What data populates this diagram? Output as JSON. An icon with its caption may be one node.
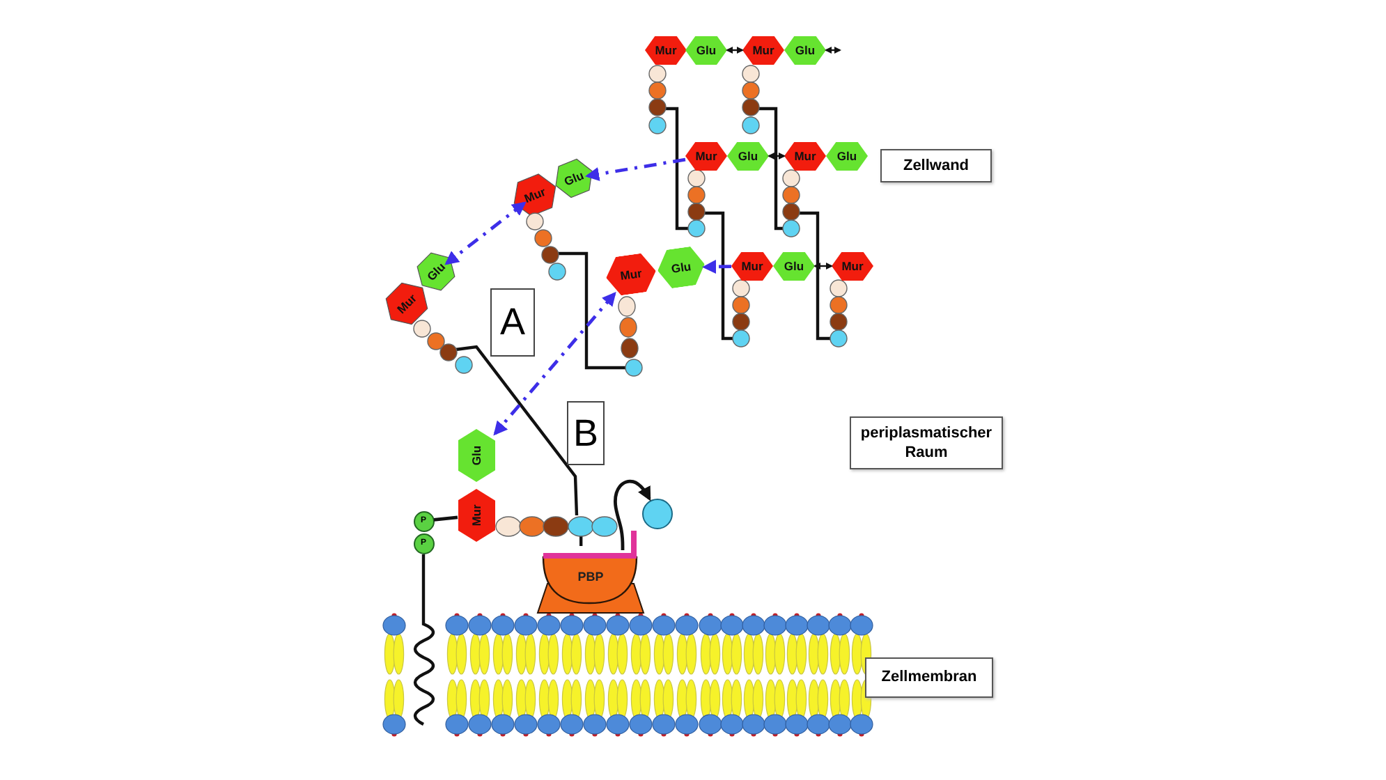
{
  "diagram": {
    "nodes": [
      {
        "text": [
          "Zellwand"
        ]
      },
      {
        "text": [
          "periplasmatischer Raum"
        ]
      },
      {
        "text": [
          "Zellmembran"
        ]
      },
      {
        "text": [
          "A"
        ]
      },
      {
        "text": [
          "B"
        ]
      },
      {
        "text": [
          "Mur"
        ]
      },
      {
        "text": [
          "Glu"
        ]
      },
      {
        "text": [
          "Mur"
        ]
      },
      {
        "text": [
          "Glu"
        ]
      },
      {
        "text": [
          "Mur"
        ]
      },
      {
        "text": [
          "Glu"
        ]
      },
      {
        "text": [
          "Mur"
        ]
      },
      {
        "text": [
          "Glu"
        ]
      },
      {
        "text": [
          "Mur"
        ]
      },
      {
        "text": [
          "Glu"
        ]
      },
      {
        "text": [
          "Mur"
        ]
      },
      {
        "text": [
          "Glu"
        ]
      },
      {
        "text": [
          "Mur"
        ]
      },
      {
        "text": [
          "Mur"
        ]
      },
      {
        "text": [
          "Glu"
        ]
      },
      {
        "text": [
          "Mur"
        ]
      },
      {
        "text": [
          "Glu"
        ]
      },
      {
        "text": [
          "Glu"
        ]
      },
      {
        "text": [
          "Mur"
        ]
      },
      {
        "text": [
          "P"
        ]
      },
      {
        "text": [
          "P"
        ]
      },
      {
        "text": [
          "PBP"
        ]
      },
      {
        "text": [],
        "shape": "circle"
      }
    ],
    "edges": [
      {
        "from": 6,
        "to": 7,
        "arrow": "both"
      },
      {
        "from": 8,
        "to": null,
        "arrow": "both"
      },
      {
        "from": 10,
        "to": 11,
        "arrow": "both"
      },
      {
        "from": 16,
        "to": 17,
        "arrow": "both"
      },
      {
        "from": 9,
        "to": 19,
        "arrow": "to",
        "style": "dashed",
        "color": "#3d2ee8"
      },
      {
        "from": 18,
        "to": 21,
        "arrow": "both",
        "style": "dashed",
        "color": "#3d2ee8"
      },
      {
        "from": 15,
        "to": 14,
        "arrow": "to",
        "style": "dashed",
        "color": "#3d2ee8"
      },
      {
        "from": 13,
        "to": 22,
        "arrow": "both",
        "style": "dashed",
        "color": "#3d2ee8"
      },
      {
        "from": 26,
        "to": 27,
        "arrow": "to"
      },
      {
        "from": 24,
        "to": 23,
        "arrow": "none"
      }
    ]
  }
}
